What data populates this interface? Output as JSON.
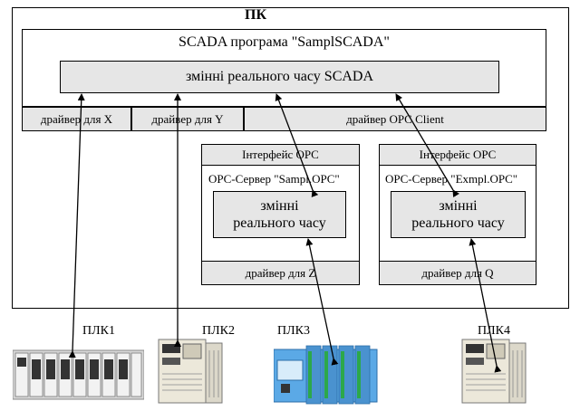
{
  "pc": {
    "title": "ПК"
  },
  "scada": {
    "program_label": "SCADA програма \"SamplSCADA\"",
    "realtime_vars": "змінні реального часу SCADA"
  },
  "drivers": {
    "x": "драйвер для X",
    "y": "драйвер для Y",
    "opc_client": "драйвер OPC Client"
  },
  "opc_servers": [
    {
      "interface": "Інтерфейс OPC",
      "name": "OPC-Сервер \"Sampl.OPC\"",
      "vars_line1": "змінні",
      "vars_line2": "реального часу",
      "driver": "драйвер для Z"
    },
    {
      "interface": "Інтерфейс OPC",
      "name": "OPC-Сервер \"Exmpl.OPC\"",
      "vars_line1": "змінні",
      "vars_line2": "реального часу",
      "driver": "драйвер для Q"
    }
  ],
  "plcs": [
    {
      "label": "ПЛК1"
    },
    {
      "label": "ПЛК2"
    },
    {
      "label": "ПЛК3"
    },
    {
      "label": "ПЛК4"
    }
  ],
  "colors": {
    "box_fill": "#e6e6e6",
    "plc3_body": "#5ba9e6"
  }
}
